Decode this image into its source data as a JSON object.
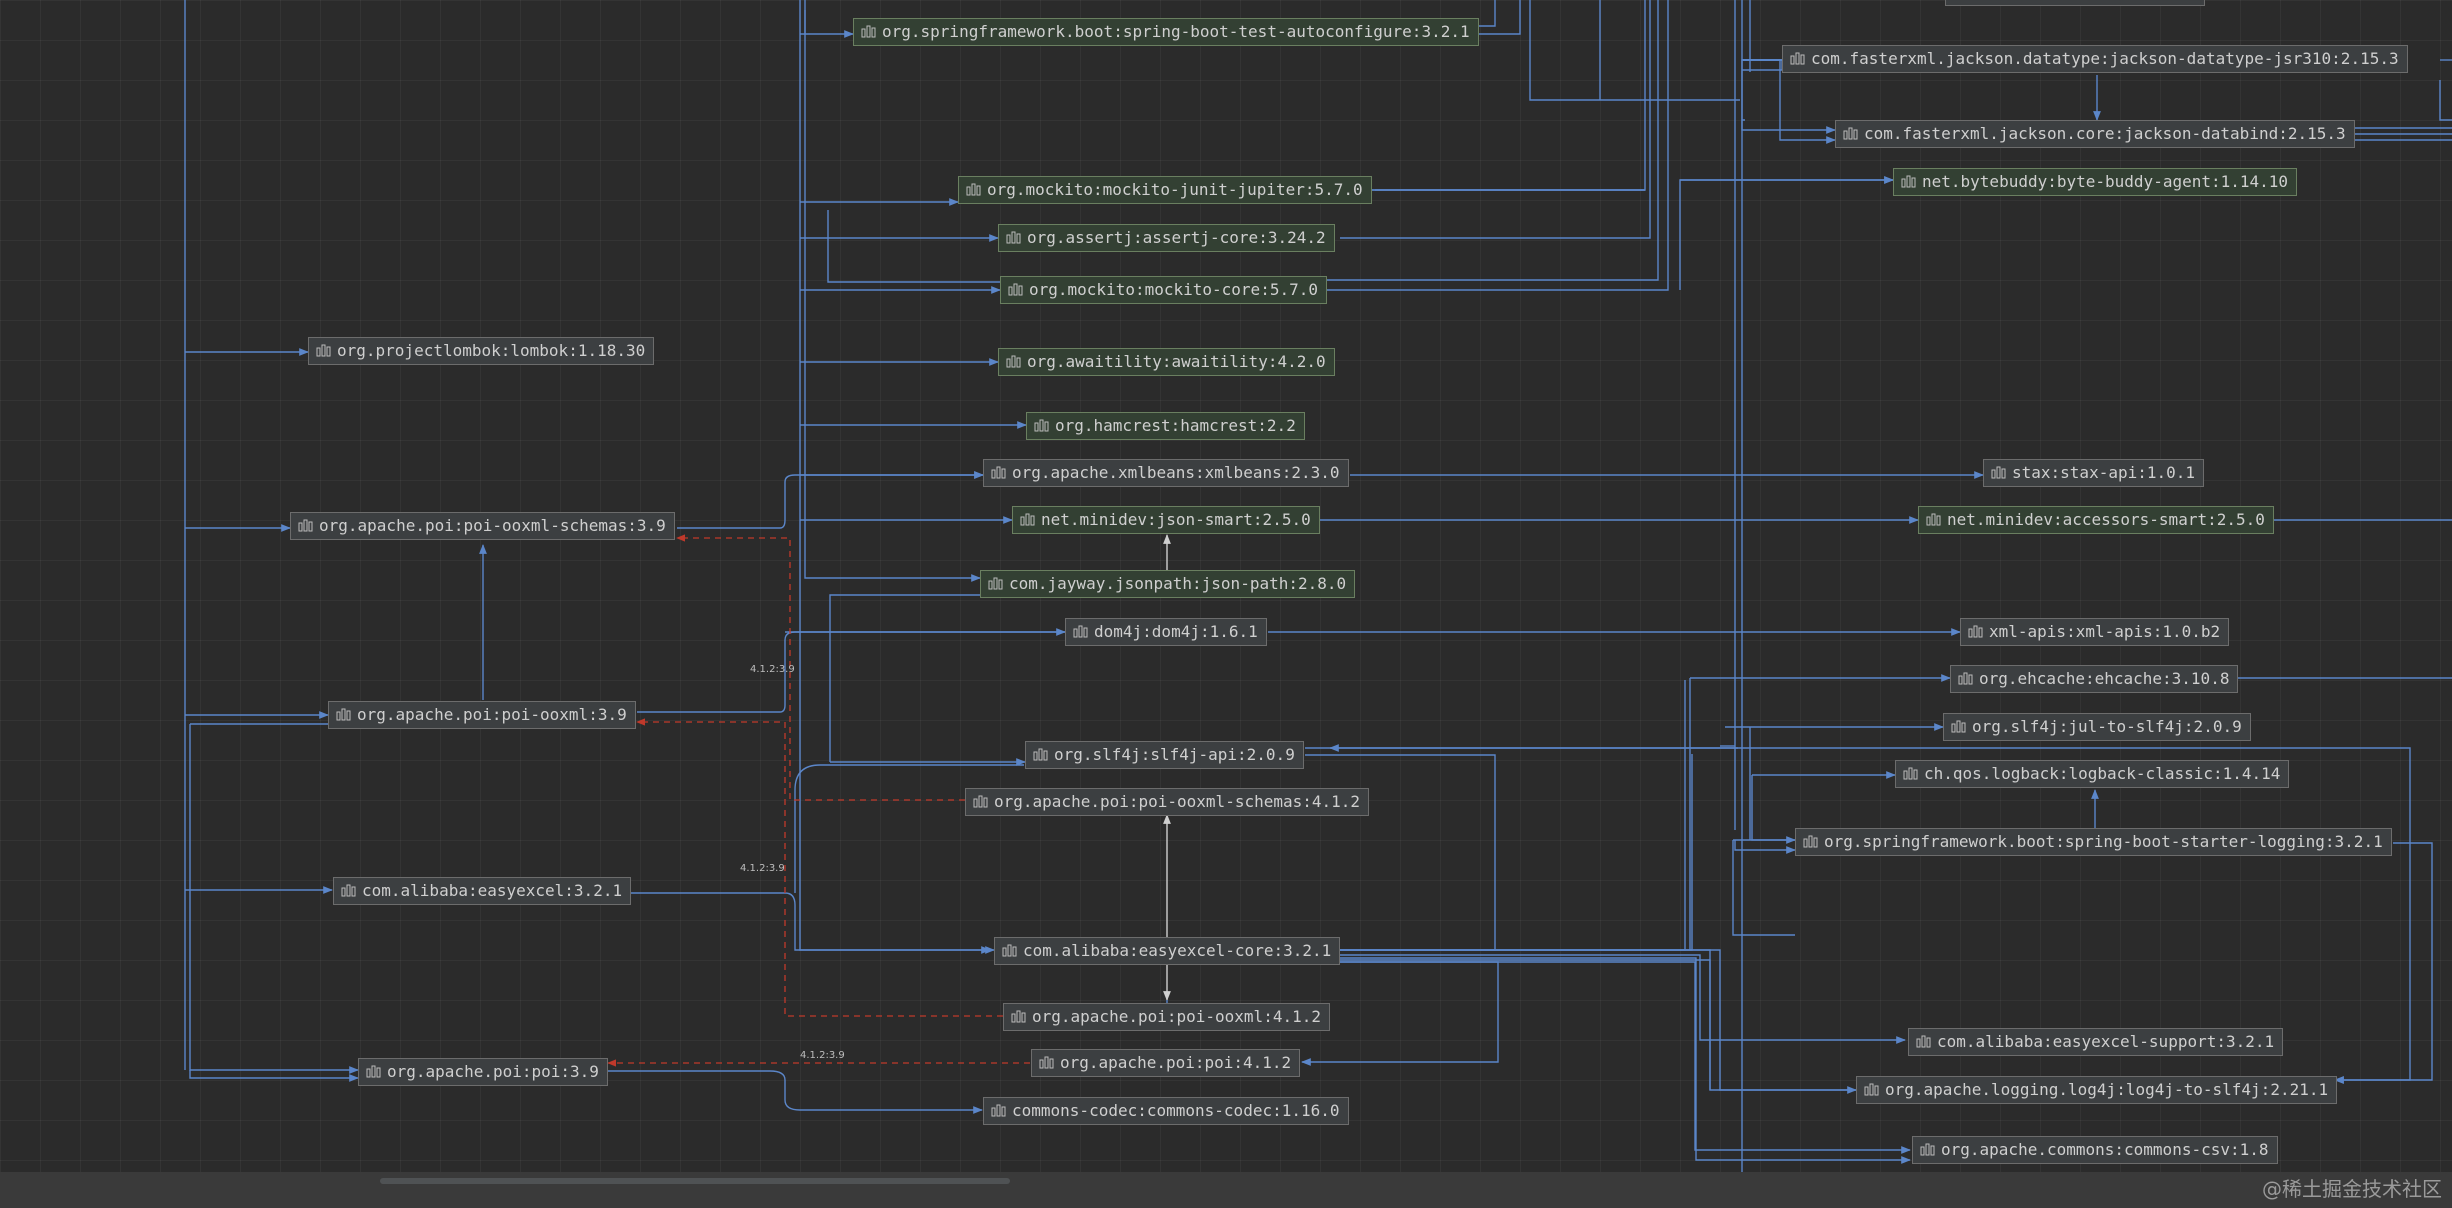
{
  "nodes": [
    {
      "id": "sbt-autoconf",
      "label": "org.springframework.boot:spring-boot-test-autoconfigure:3.2.1",
      "test": true
    },
    {
      "id": "jackson-jsr310",
      "label": "com.fasterxml.jackson.datatype:jackson-datatype-jsr310:2.15.3",
      "test": false
    },
    {
      "id": "jackson-databind",
      "label": "com.fasterxml.jackson.core:jackson-databind:2.15.3",
      "test": false
    },
    {
      "id": "mockito-junit",
      "label": "org.mockito:mockito-junit-jupiter:5.7.0",
      "test": true
    },
    {
      "id": "byte-buddy-agent",
      "label": "net.bytebuddy:byte-buddy-agent:1.14.10",
      "test": true
    },
    {
      "id": "assertj",
      "label": "org.assertj:assertj-core:3.24.2",
      "test": true
    },
    {
      "id": "mockito-core",
      "label": "org.mockito:mockito-core:5.7.0",
      "test": true
    },
    {
      "id": "lombok",
      "label": "org.projectlombok:lombok:1.18.30",
      "test": false
    },
    {
      "id": "awaitility",
      "label": "org.awaitility:awaitility:4.2.0",
      "test": true
    },
    {
      "id": "hamcrest",
      "label": "org.hamcrest:hamcrest:2.2",
      "test": true
    },
    {
      "id": "xmlbeans",
      "label": "org.apache.xmlbeans:xmlbeans:2.3.0",
      "test": false
    },
    {
      "id": "stax",
      "label": "stax:stax-api:1.0.1",
      "test": false
    },
    {
      "id": "poi-ooxml-schemas-39",
      "label": "org.apache.poi:poi-ooxml-schemas:3.9",
      "test": false
    },
    {
      "id": "json-smart",
      "label": "net.minidev:json-smart:2.5.0",
      "test": true
    },
    {
      "id": "accessors-smart",
      "label": "net.minidev:accessors-smart:2.5.0",
      "test": true
    },
    {
      "id": "json-path",
      "label": "com.jayway.jsonpath:json-path:2.8.0",
      "test": true
    },
    {
      "id": "dom4j",
      "label": "dom4j:dom4j:1.6.1",
      "test": false
    },
    {
      "id": "xml-apis",
      "label": "xml-apis:xml-apis:1.0.b2",
      "test": false
    },
    {
      "id": "ehcache",
      "label": "org.ehcache:ehcache:3.10.8",
      "test": false
    },
    {
      "id": "poi-ooxml-39",
      "label": "org.apache.poi:poi-ooxml:3.9",
      "test": false
    },
    {
      "id": "jul-to-slf4j",
      "label": "org.slf4j:jul-to-slf4j:2.0.9",
      "test": false
    },
    {
      "id": "slf4j-api",
      "label": "org.slf4j:slf4j-api:2.0.9",
      "test": false
    },
    {
      "id": "logback",
      "label": "ch.qos.logback:logback-classic:1.4.14",
      "test": false
    },
    {
      "id": "poi-ooxml-schemas-412",
      "label": "org.apache.poi:poi-ooxml-schemas:4.1.2",
      "test": false
    },
    {
      "id": "sb-logging",
      "label": "org.springframework.boot:spring-boot-starter-logging:3.2.1",
      "test": false
    },
    {
      "id": "easyexcel",
      "label": "com.alibaba:easyexcel:3.2.1",
      "test": false
    },
    {
      "id": "easyexcel-core",
      "label": "com.alibaba:easyexcel-core:3.2.1",
      "test": false
    },
    {
      "id": "poi-ooxml-412",
      "label": "org.apache.poi:poi-ooxml:4.1.2",
      "test": false
    },
    {
      "id": "easyexcel-support",
      "label": "com.alibaba:easyexcel-support:3.2.1",
      "test": false
    },
    {
      "id": "poi-39",
      "label": "org.apache.poi:poi:3.9",
      "test": false
    },
    {
      "id": "poi-412",
      "label": "org.apache.poi:poi:4.1.2",
      "test": false
    },
    {
      "id": "log4j-to-slf4j",
      "label": "org.apache.logging.log4j:log4j-to-slf4j:2.21.1",
      "test": false
    },
    {
      "id": "commons-codec",
      "label": "commons-codec:commons-codec:1.16.0",
      "test": false
    },
    {
      "id": "commons-csv",
      "label": "org.apache.commons:commons-csv:1.8",
      "test": false
    }
  ],
  "edge_labels": [
    {
      "id": "lbl-ooxml",
      "text": "4.1.2:3.9"
    },
    {
      "id": "lbl-easyexcel",
      "text": "4.1.2:3.9"
    },
    {
      "id": "lbl-poi",
      "text": "4.1.2:3.9"
    }
  ],
  "colors": {
    "edge": "#5b86c9",
    "conflict": "#c0392b",
    "node_bg": "#3c3f41",
    "test_node_bg": "#334033"
  },
  "watermark": "@稀土掘金技术社区"
}
